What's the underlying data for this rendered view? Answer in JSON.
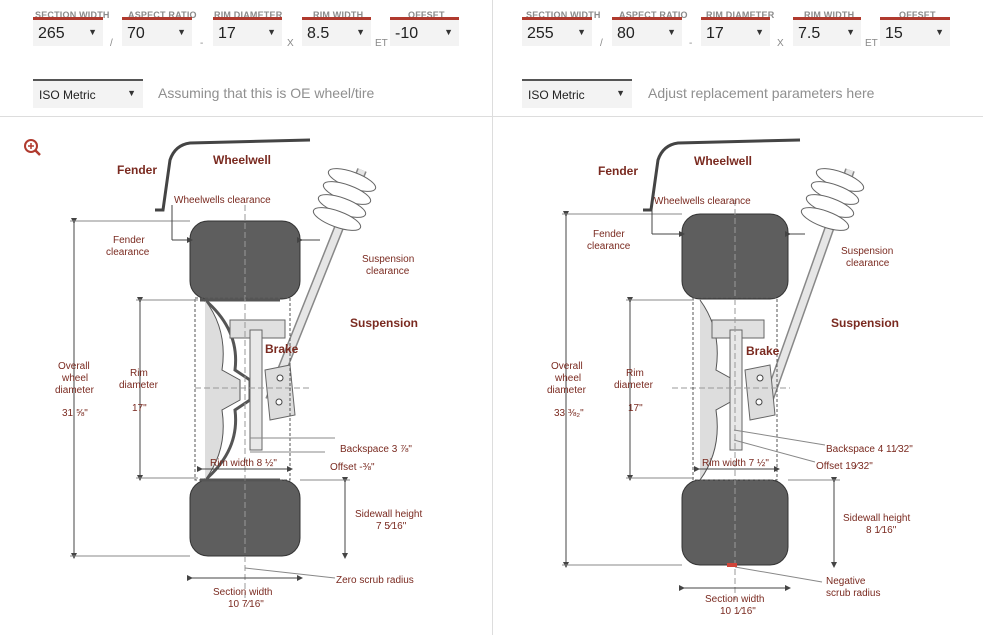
{
  "left": {
    "fields": [
      {
        "label": "SECTION WIDTH",
        "value": "265"
      },
      {
        "label": "ASPECT RATIO",
        "value": "70"
      },
      {
        "label": "RIM DIAMETER",
        "value": "17"
      },
      {
        "label": "RIM WIDTH",
        "value": "8.5"
      },
      {
        "label": "OFFSET",
        "value": "-10"
      }
    ],
    "separators": [
      "/",
      "-",
      "X",
      "ET"
    ],
    "unit_system": "ISO Metric",
    "hint": "Assuming that this is OE wheel/tire",
    "diagram": {
      "fender": "Fender",
      "wheelwell": "Wheelwell",
      "wheelwells_clearance": "Wheelwells clearance",
      "fender_clearance": [
        "Fender",
        "clearance"
      ],
      "suspension_clearance": [
        "Suspension",
        "clearance"
      ],
      "suspension": "Suspension",
      "brake": "Brake",
      "overall_diameter_label": [
        "Overall",
        "wheel",
        "diameter"
      ],
      "overall_diameter_value": "31 ⅝\"",
      "rim_diameter_label": [
        "Rim",
        "diameter"
      ],
      "rim_diameter_value": "17\"",
      "backspace": "Backspace 3 ⅞\"",
      "offset": "Offset -⅜\"",
      "rim_width": "Rim width 8 ½\"",
      "sidewall_label": "Sidewall height",
      "sidewall_value": "7 5⁄16\"",
      "scrub": [
        "Zero scrub radius"
      ],
      "section_width_label": "Section width",
      "section_width_value": "10 7⁄16\""
    }
  },
  "right": {
    "fields": [
      {
        "label": "SECTION WIDTH",
        "value": "255"
      },
      {
        "label": "ASPECT RATIO",
        "value": "80"
      },
      {
        "label": "RIM DIAMETER",
        "value": "17"
      },
      {
        "label": "RIM WIDTH",
        "value": "7.5"
      },
      {
        "label": "OFFSET",
        "value": "15"
      }
    ],
    "separators": [
      "/",
      "-",
      "X",
      "ET"
    ],
    "unit_system": "ISO Metric",
    "hint": "Adjust replacement parameters here",
    "diagram": {
      "fender": "Fender",
      "wheelwell": "Wheelwell",
      "wheelwells_clearance": "Wheelwells clearance",
      "fender_clearance": [
        "Fender",
        "clearance"
      ],
      "suspension_clearance": [
        "Suspension",
        "clearance"
      ],
      "suspension": "Suspension",
      "brake": "Brake",
      "overall_diameter_label": [
        "Overall",
        "wheel",
        "diameter"
      ],
      "overall_diameter_value": "33 ⅜₂\"",
      "rim_diameter_label": [
        "Rim",
        "diameter"
      ],
      "rim_diameter_value": "17\"",
      "backspace": "Backspace 4 11⁄32\"",
      "offset": "Offset 19⁄32\"",
      "rim_width": "Rim width 7 ½\"",
      "sidewall_label": "Sidewall height",
      "sidewall_value": "8 1⁄16\"",
      "scrub": [
        "Negative",
        "scrub radius"
      ],
      "section_width_label": "Section width",
      "section_width_value": "10 1⁄16\""
    }
  },
  "colors": {
    "accent": "#b03a2e",
    "label": "#7a2a20",
    "tire": "#5e5e5e"
  },
  "zoom_icon": "zoom-in-icon"
}
